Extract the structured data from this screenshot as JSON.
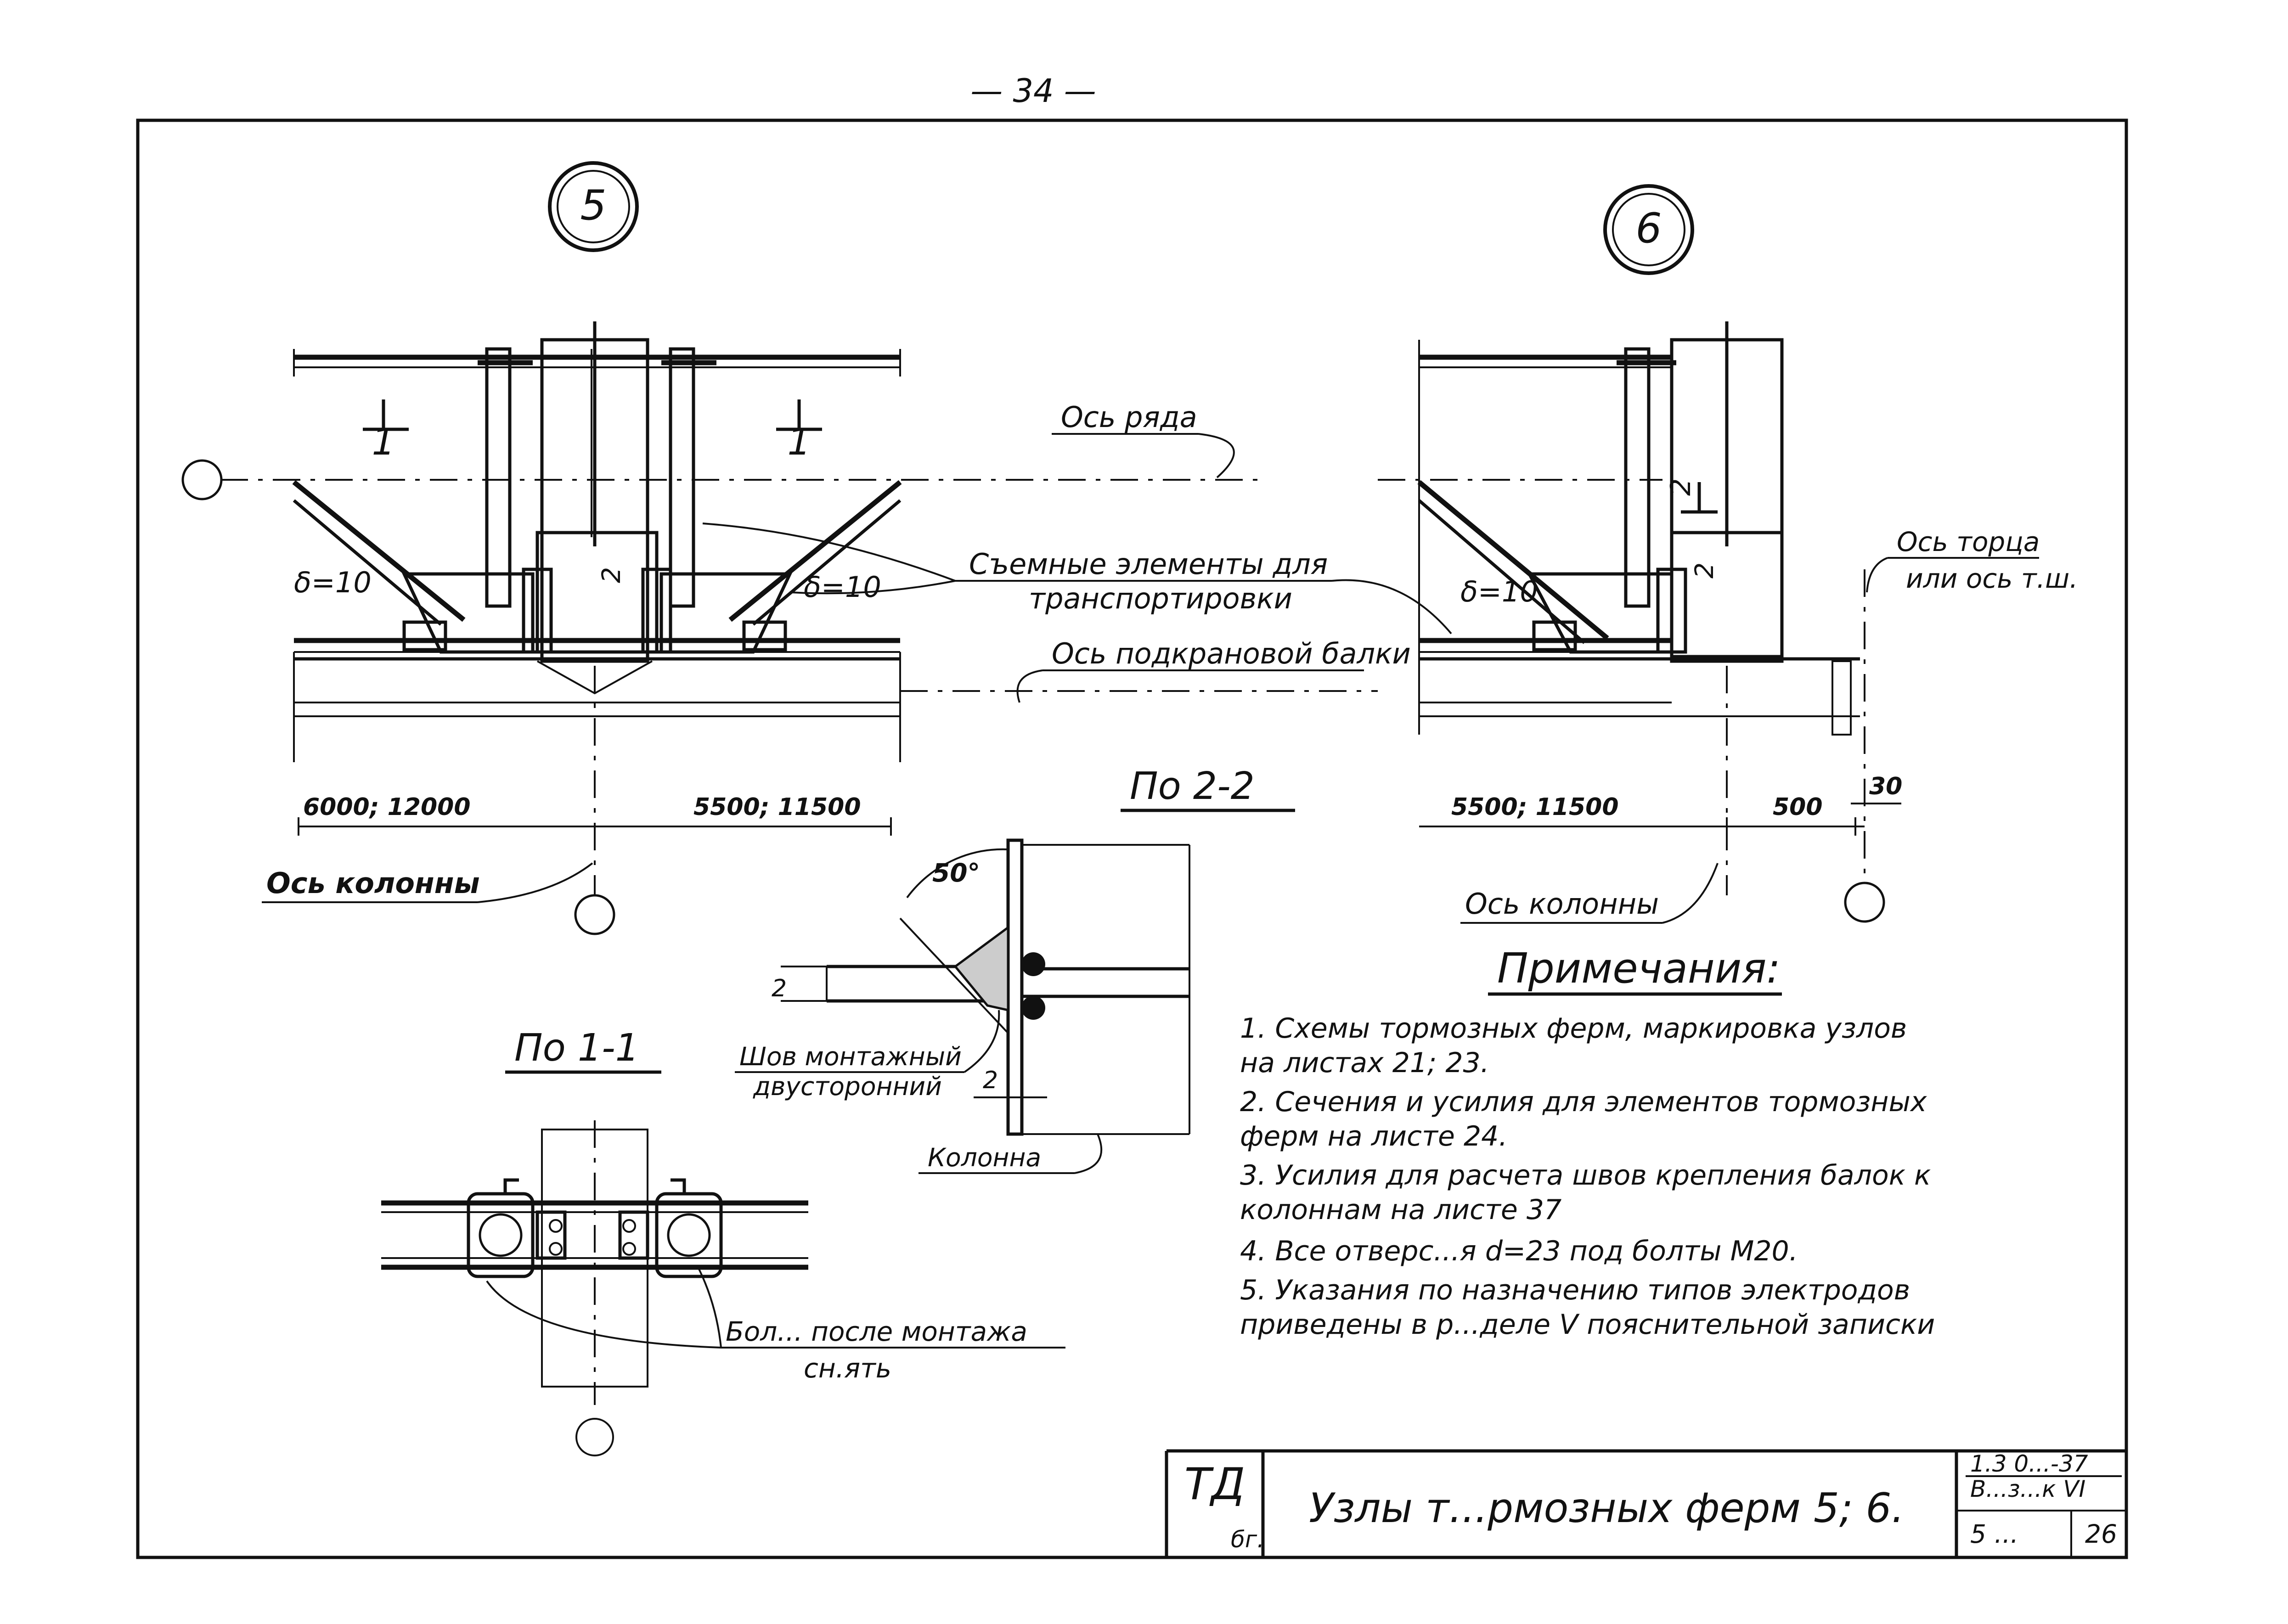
{
  "page_number": "— 34 —",
  "node_5": {
    "label": "5",
    "section_mark": "1",
    "delta_left": "δ=10",
    "delta_right": "δ=10",
    "dim_2": "2",
    "dim_left": "6000;  12000",
    "dim_right": "5500;  11500"
  },
  "node_6": {
    "label": "6",
    "section_mark": "2",
    "delta": "δ=10",
    "dim_2": "2",
    "dim_left": "5500;  11500",
    "dim_500": "500",
    "dim_30": "30"
  },
  "labels": {
    "row_axis": "Ось ряда",
    "removable_line1": "Съемные элементы  для",
    "removable_line2": "транспортировки",
    "crane_beam_axis": "Ось подкрановой балки",
    "column_axis_left": "Ось колонны",
    "column_axis_right": "Ось колонны",
    "end_axis_line1": "Ось торца",
    "end_axis_line2": "или ось т.ш."
  },
  "section_2_2": {
    "title": "По 2-2",
    "angle": "50°",
    "dim_2a": "2",
    "dim_2b": "2",
    "weld_line1": "Шов монтажный",
    "weld_line2": "двусторонний",
    "column": "Колонна"
  },
  "section_1_1": {
    "title": "По 1-1",
    "bolts_line1": "Бол...  после монтажа",
    "bolts_line2": "сн.ять"
  },
  "notes": {
    "title": "Примечания:",
    "items": [
      "1.  Схемы тормозных ферм, маркировка узлов",
      "     на листах  21; 23.",
      "2.  Сечения и усилия для элементов тормозных",
      "     ферм на листе 24.",
      "3.  Усилия для расчета  швов крепления балок к",
      "     колоннам на листе 37",
      "4.  Все отверс...я  d=23  под болты  М20.",
      "5.  Указания по назначению типов электродов",
      "     приведены в р...деле  V  пояснительной записки"
    ]
  },
  "title_block": {
    "stamp_main": "ТД",
    "stamp_sub": "бг.",
    "title": "Узлы т...рмозных  ферм  5; 6.",
    "code_line1": "1.3 0...-37",
    "code_line2": "В...з...к  VI",
    "sheet_label": "5   ...",
    "sheet_number": "26"
  }
}
